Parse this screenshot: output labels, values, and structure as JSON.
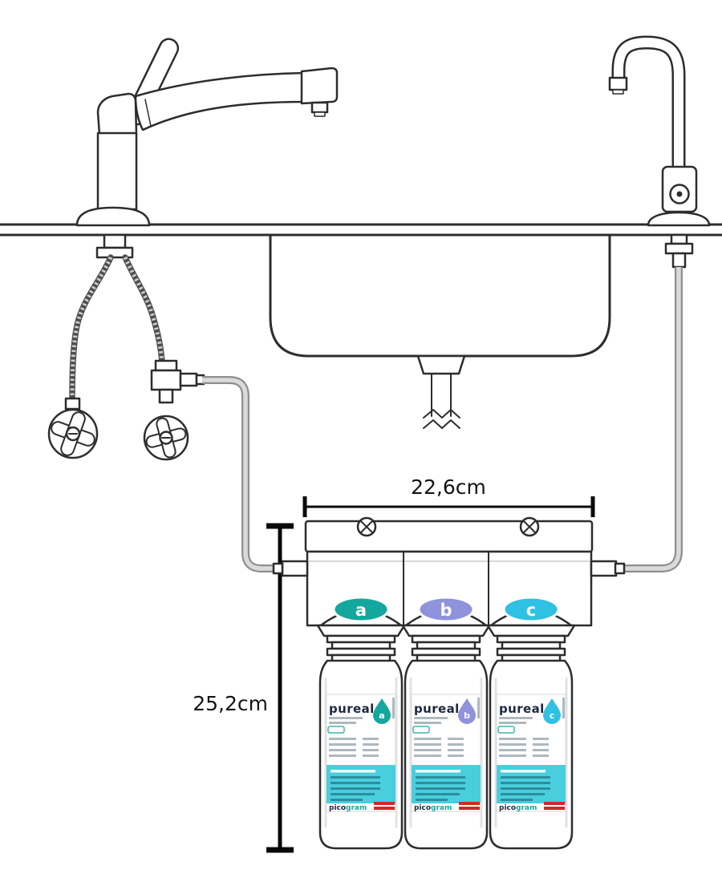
{
  "dimensions": {
    "width_label": "22,6cm",
    "height_label": "25,2cm"
  },
  "filter": {
    "brand": "pureal",
    "footer_prefix": "pico",
    "footer_suffix": "gram",
    "cartridges": [
      {
        "letter": "a",
        "color": "#14a79e"
      },
      {
        "letter": "b",
        "color": "#8e93dc"
      },
      {
        "letter": "c",
        "color": "#2fc1e3"
      }
    ],
    "label_band_color": "#49cede"
  },
  "colors": {
    "outline": "#2d2d2d",
    "tube": "#8f8f8f",
    "dimension": "#0a0a0a",
    "brand_text": "#1d2742",
    "accent_red": "#cf2b26"
  }
}
